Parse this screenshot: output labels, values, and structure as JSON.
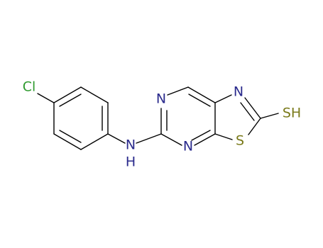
{
  "molecule": {
    "atoms": {
      "chlorine": "Cl",
      "amine_n": "N",
      "amine_h": "H",
      "pyrimidine_n1": "N",
      "pyrimidine_n3": "N",
      "thiazole_n": "N",
      "thiazole_s": "S",
      "thiol": "SH"
    }
  },
  "colors": {
    "bond": "#000000",
    "nitrogen": "#2a2a8c",
    "chlorine": "#2e9a2e",
    "sulfur": "#7a7a1a"
  }
}
